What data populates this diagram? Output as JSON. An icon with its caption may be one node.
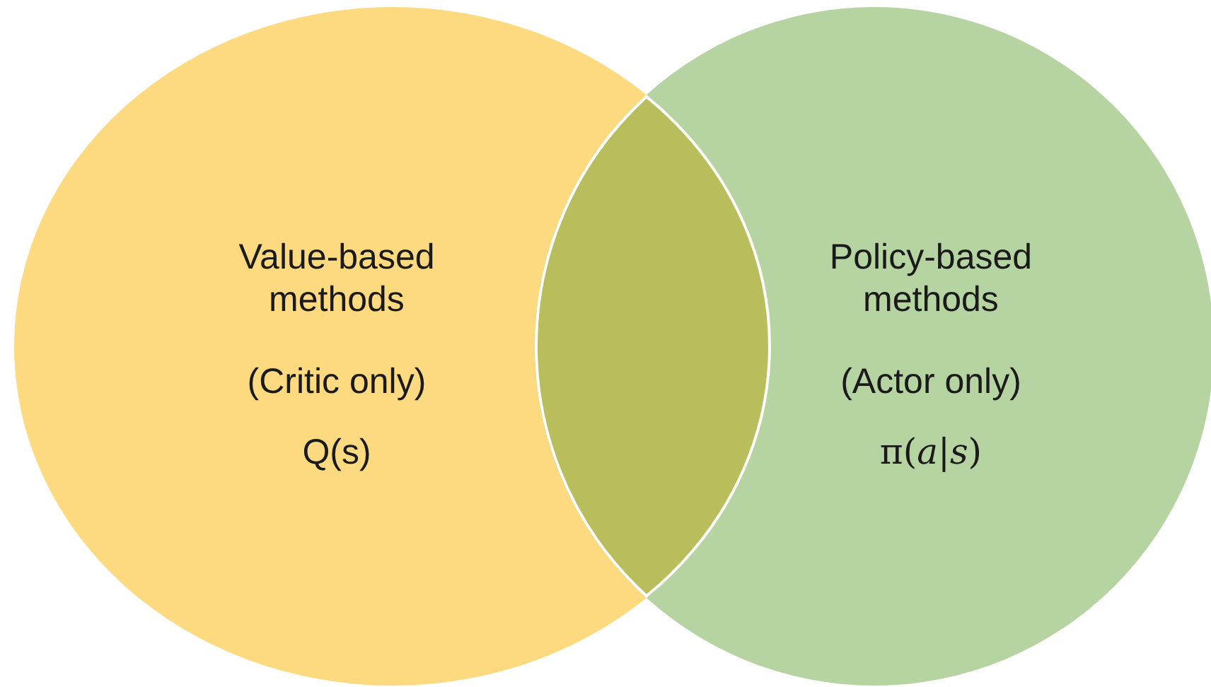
{
  "diagram": {
    "nodes": [
      {
        "text": [
          "Value-based methods",
          "(Critic only)",
          "Q(s)"
        ]
      },
      {
        "text": [
          "Policy-based methods",
          "(Actor only)",
          "π(*a*|*s*)"
        ]
      }
    ]
  }
}
